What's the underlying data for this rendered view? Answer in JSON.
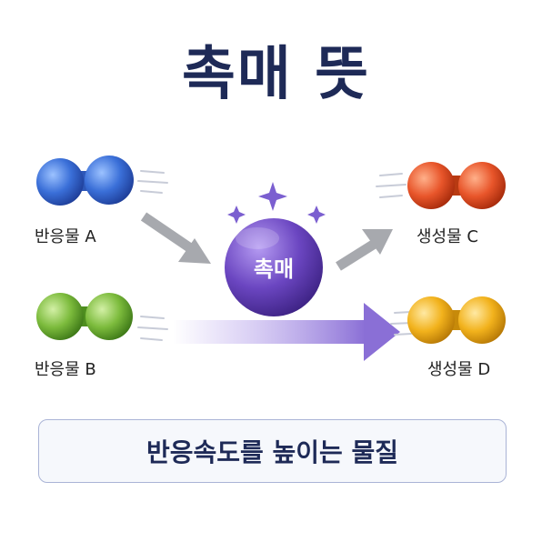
{
  "title": "촉매 뜻",
  "reactants": [
    {
      "label": "반응물 A",
      "color": "#3a6fd8"
    },
    {
      "label": "반응물 B",
      "color": "#7cbb3c"
    }
  ],
  "catalyst": {
    "label": "촉매",
    "color": "#6b46c1"
  },
  "products": [
    {
      "label": "생성물 C",
      "color": "#e8552a"
    },
    {
      "label": "생성물 D",
      "color": "#f2b21c"
    }
  ],
  "definition": "반응속도를 높이는 물질"
}
